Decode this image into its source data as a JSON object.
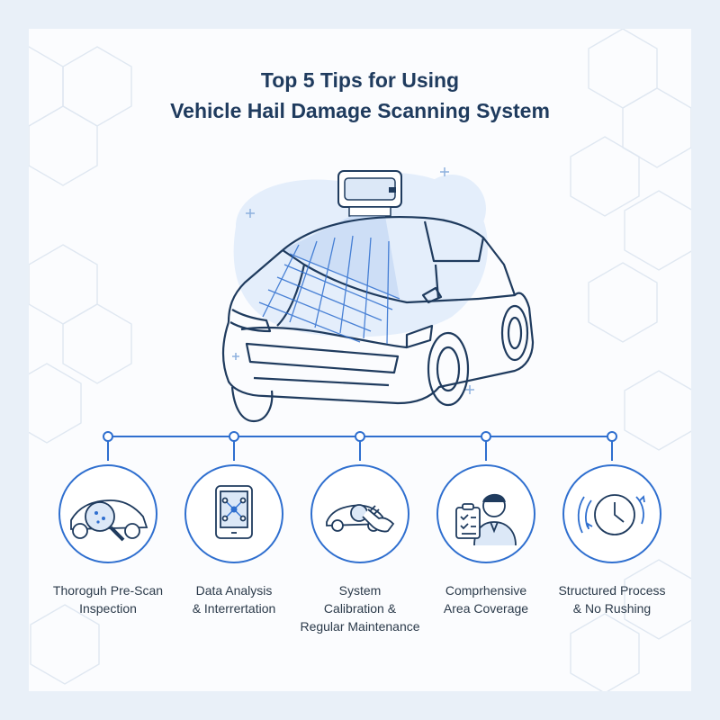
{
  "title": {
    "line1": "Top 5 Tips for Using",
    "line2": "Vehicle Hail Damage Scanning System"
  },
  "colors": {
    "accent": "#2f6fcf",
    "navy": "#1f3b5e",
    "light_blue": "#dce8f7",
    "background": "#e9f0f8"
  },
  "tips": [
    {
      "icon": "magnifier-car-icon",
      "lines": [
        "Thoroguh Pre-Scan",
        "Inspection"
      ]
    },
    {
      "icon": "tablet-network-icon",
      "lines": [
        "Data Analysis",
        "& Interrertation"
      ]
    },
    {
      "icon": "hand-car-icon",
      "lines": [
        "System",
        "Calibration &",
        "Regular Maintenance"
      ]
    },
    {
      "icon": "person-clipboard-icon",
      "lines": [
        "Comprhensive",
        "Area Coverage"
      ]
    },
    {
      "icon": "clock-icon",
      "lines": [
        "Structured Process",
        "& No Rushing"
      ]
    }
  ]
}
